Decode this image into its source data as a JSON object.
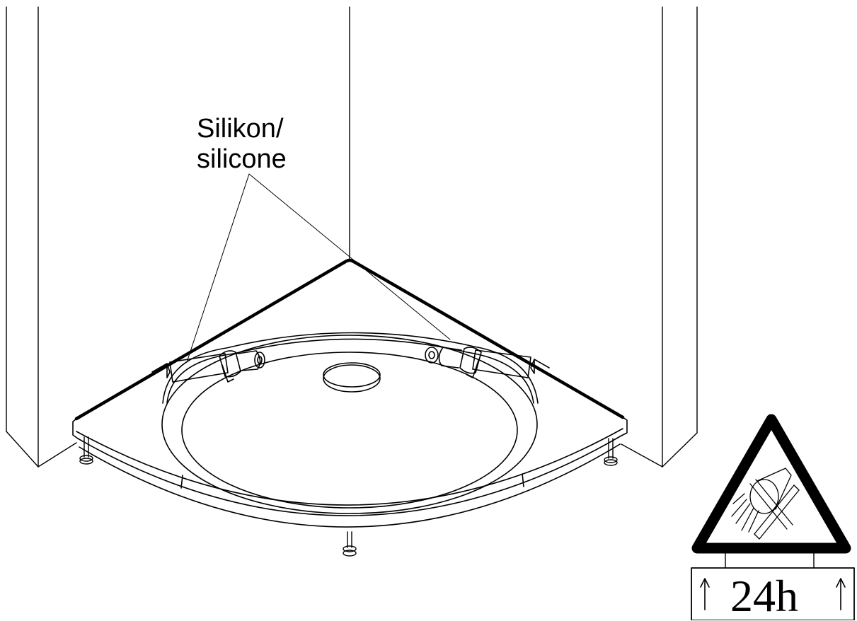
{
  "labels": {
    "silicone_line1": "Silikon/",
    "silicone_line2": "silicone"
  },
  "sign": {
    "duration": "24h"
  },
  "colors": {
    "ink": "#000000",
    "paper": "#ffffff"
  }
}
